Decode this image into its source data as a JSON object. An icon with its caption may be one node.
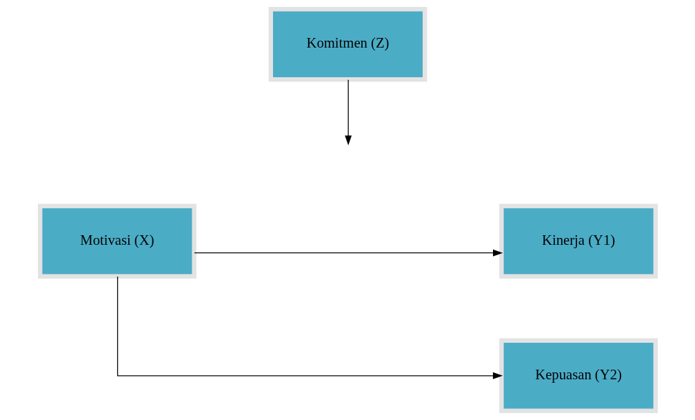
{
  "diagram": {
    "nodes": [
      {
        "text": [
          "Komitmen (Z)"
        ]
      },
      {
        "text": [
          "Motivasi (X)"
        ]
      },
      {
        "text": [
          "Kinerja (Y1)"
        ]
      },
      {
        "text": [
          "Kepuasan (Y2)"
        ]
      }
    ],
    "edges": [
      {
        "from": 0,
        "to": null,
        "arrow": "to"
      },
      {
        "from": 1,
        "to": 2,
        "arrow": "to"
      },
      {
        "from": 1,
        "to": 3,
        "arrow": "to"
      }
    ]
  }
}
